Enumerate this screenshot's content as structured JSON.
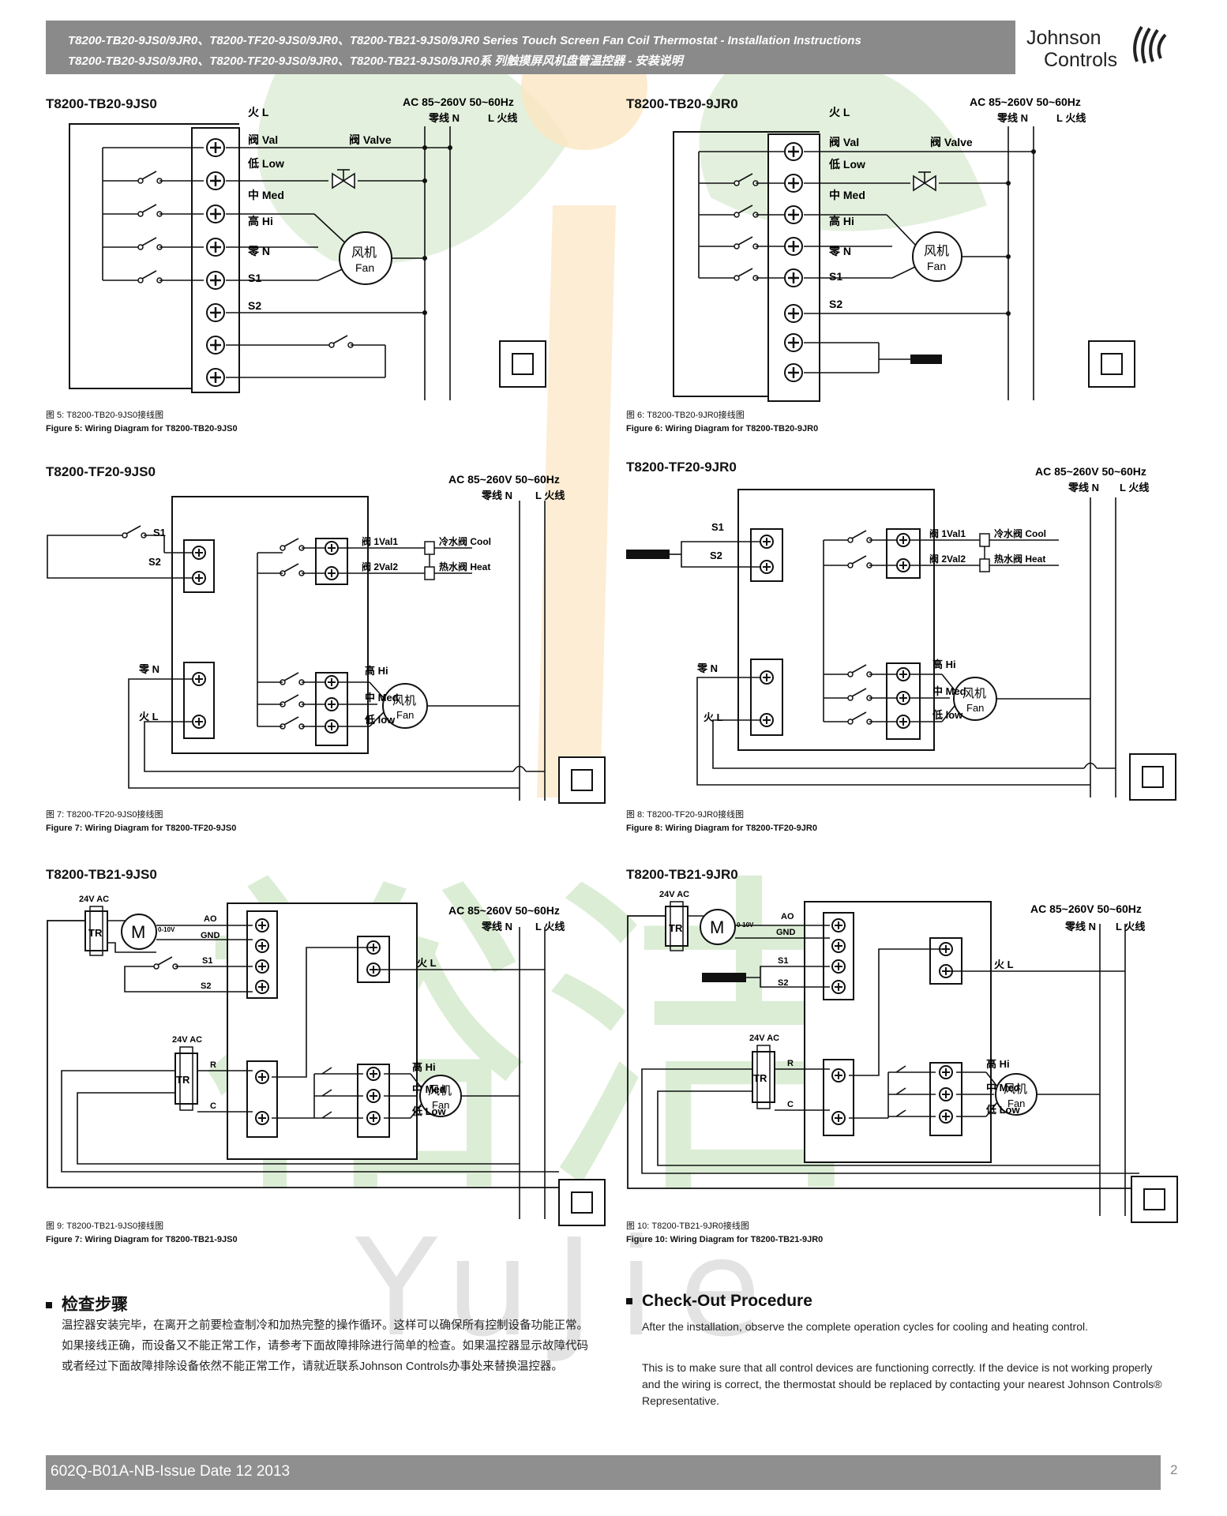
{
  "header": {
    "line1": "T8200-TB20-9JS0/9JR0、T8200-TF20-9JS0/9JR0、T8200-TB21-9JS0/9JR0 Series Touch Screen Fan Coil Thermostat - Installation Instructions",
    "line2": "T8200-TB20-9JS0/9JR0、T8200-TF20-9JS0/9JR0、T8200-TB21-9JS0/9JR0系 列触摸屏风机盘管温控器 - 安装说明"
  },
  "logo": {
    "line1": "Johnson",
    "line2": "Controls"
  },
  "watermark": {
    "cn": "裕洁",
    "en": "YuJie"
  },
  "labels": {
    "power": "AC 85~260V  50~60Hz",
    "neutral": "零线 N",
    "live": "L 火线",
    "term_live": "火 L",
    "term_val": "阀 Val",
    "term_valve": "阀 Valve",
    "term_low": "低 Low",
    "term_med": "中 Med",
    "term_hi": "高 Hi",
    "term_n": "零 N",
    "s1": "S1",
    "s2": "S2",
    "fan_cn": "风机",
    "fan_en": "Fan",
    "val1": "阀 1Val1",
    "val2": "阀 2Val2",
    "cool": "冷水阀 Cool",
    "heat": "热水阀 Heat",
    "hi_cn": "高 Hi",
    "med_s": "中 Med",
    "low_s": "低 low",
    "low_cap": "低 Low",
    "live_s": "火 L",
    "n_s": "零 N",
    "ac24": "24V AC",
    "tr": "TR",
    "m": "M",
    "ao": "AO",
    "gnd": "GND",
    "v10": "0-10V",
    "r": "R",
    "c": "C"
  },
  "panels": [
    {
      "title": "T8200-TB20-9JS0",
      "cap_cn": "图 5: T8200-TB20-9JS0接线图",
      "cap_en": "Figure 5: Wiring Diagram for T8200-TB20-9JS0"
    },
    {
      "title": "T8200-TB20-9JR0",
      "cap_cn": "图 6: T8200-TB20-9JR0接线图",
      "cap_en": "Figure 6: Wiring Diagram for T8200-TB20-9JR0"
    },
    {
      "title": "T8200-TF20-9JS0",
      "cap_cn": "图 7: T8200-TF20-9JS0接线图",
      "cap_en": "Figure 7: Wiring Diagram for T8200-TF20-9JS0"
    },
    {
      "title": "T8200-TF20-9JR0",
      "cap_cn": "图 8: T8200-TF20-9JR0接线图",
      "cap_en": "Figure 8: Wiring Diagram for T8200-TF20-9JR0"
    },
    {
      "title": "T8200-TB21-9JS0",
      "cap_cn": "图 9: T8200-TB21-9JS0接线图",
      "cap_en": "Figure 7: Wiring Diagram for T8200-TB21-9JS0"
    },
    {
      "title": "T8200-TB21-9JR0",
      "cap_cn": "图 10: T8200-TB21-9JR0接线图",
      "cap_en": "Figure 10: Wiring Diagram for T8200-TB21-9JR0"
    }
  ],
  "checkout_cn": {
    "heading": "检查步骤",
    "body": "温控器安装完毕，在离开之前要检查制冷和加热完整的操作循环。这样可以确保所有控制设备功能正常。如果接线正确，而设备又不能正常工作，请参考下面故障排除进行简单的检查。如果温控器显示故障代码或者经过下面故障排除设备依然不能正常工作，请就近联系Johnson Controls办事处来替换温控器。"
  },
  "checkout_en": {
    "heading": "Check-Out Procedure",
    "p1": "After the installation, observe the complete operation cycles for cooling and heating control.",
    "p2": "This is to make sure that all control devices are functioning correctly. If the device is not working properly and the wiring is correct, the thermostat should be replaced by contacting your nearest Johnson Controls® Representative."
  },
  "footer": {
    "doc": "602Q-B01A-NB-Issue Date 12 2013",
    "page": "2"
  }
}
